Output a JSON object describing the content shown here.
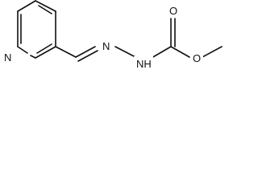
{
  "molecule": {
    "atoms": {
      "pyridine_n": "N",
      "hydrazone_n1": "N",
      "hydrazone_nh": "NH",
      "carbonyl_o": "O",
      "ester_o": "O"
    },
    "colors": {
      "bond": "#111111",
      "text": "#111111",
      "background": "#ffffff"
    }
  }
}
